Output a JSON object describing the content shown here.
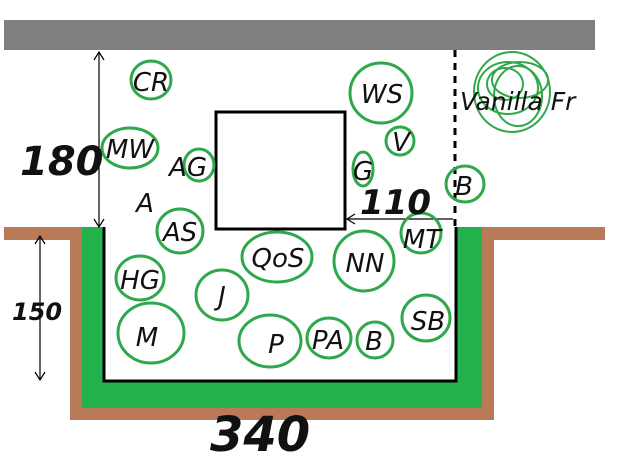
{
  "colors": {
    "ceiling": "#7f7f7f",
    "soil": "#b97a57",
    "green": "#22b14c",
    "circle": "#2ea84a",
    "ink": "#111111"
  },
  "dimensions": {
    "height_upper": "180",
    "height_lower": "150",
    "width_bottom": "340",
    "width_side": "110"
  },
  "side_label": "Vanilla Fr",
  "markers": [
    "CR",
    "WS",
    "MW",
    "AG",
    "V",
    "G",
    "B",
    "A",
    "AS",
    "QoS",
    "NN",
    "MT",
    "HG",
    "J",
    "SB",
    "M",
    "P",
    "PA",
    "B"
  ]
}
